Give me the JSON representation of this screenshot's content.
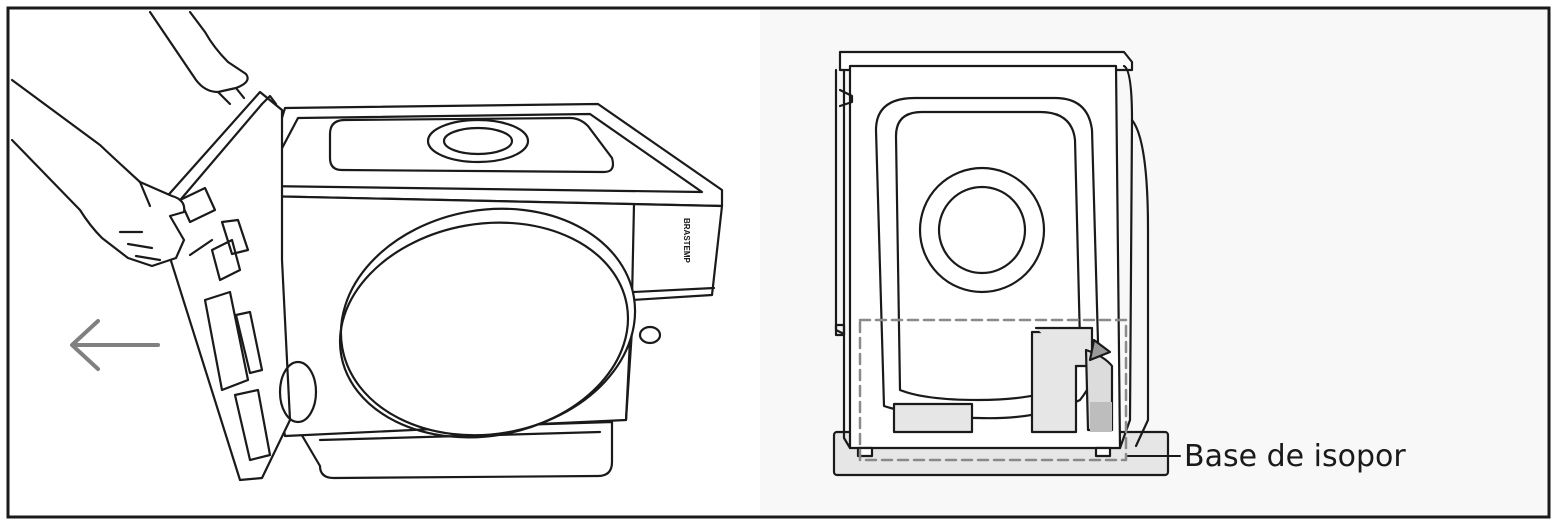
{
  "figure": {
    "brand_logo_text": "BRASTEMP",
    "callout_label": "Base de isopor",
    "arrow_direction": "left",
    "colors": {
      "stroke": "#1a1a1a",
      "arrow": "#808080",
      "dashed_box": "#8a8a8a",
      "foam_fill": "#e6e6e6",
      "panel_fill": "#f2f2f2",
      "shadow": "#9a9a9a"
    }
  }
}
